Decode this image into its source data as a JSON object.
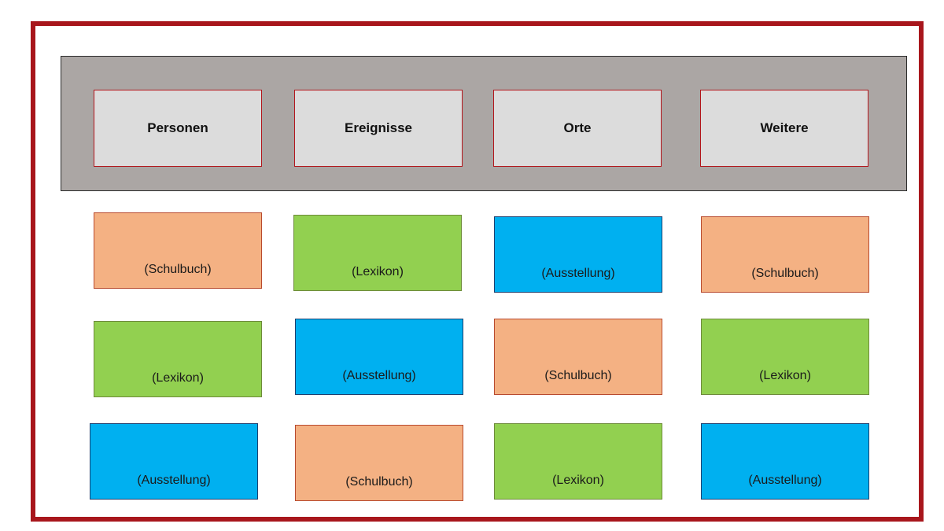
{
  "nav": {
    "items": [
      {
        "label": "Personen"
      },
      {
        "label": "Ereignisse"
      },
      {
        "label": "Orte"
      },
      {
        "label": "Weitere"
      }
    ]
  },
  "colors": {
    "frame_border": "#a8161c",
    "nav_background": "#aba6a4",
    "nav_button_fill": "#dcdcdc",
    "schulbuch": "#f4b183",
    "lexikon": "#92d050",
    "ausstellung": "#00b0f0"
  },
  "grid": {
    "rows": [
      {
        "tiles": [
          {
            "label": "(Schulbuch)",
            "type": "schulbuch"
          },
          {
            "label": "(Lexikon)",
            "type": "lexikon"
          },
          {
            "label": "(Ausstellung)",
            "type": "ausstellung"
          },
          {
            "label": "(Schulbuch)",
            "type": "schulbuch"
          }
        ]
      },
      {
        "tiles": [
          {
            "label": "(Lexikon)",
            "type": "lexikon"
          },
          {
            "label": "(Ausstellung)",
            "type": "ausstellung"
          },
          {
            "label": "(Schulbuch)",
            "type": "schulbuch"
          },
          {
            "label": "(Lexikon)",
            "type": "lexikon"
          }
        ]
      },
      {
        "tiles": [
          {
            "label": "(Ausstellung)",
            "type": "ausstellung"
          },
          {
            "label": "(Schulbuch)",
            "type": "schulbuch"
          },
          {
            "label": "(Lexikon)",
            "type": "lexikon"
          },
          {
            "label": "(Ausstellung)",
            "type": "ausstellung"
          }
        ]
      }
    ]
  }
}
